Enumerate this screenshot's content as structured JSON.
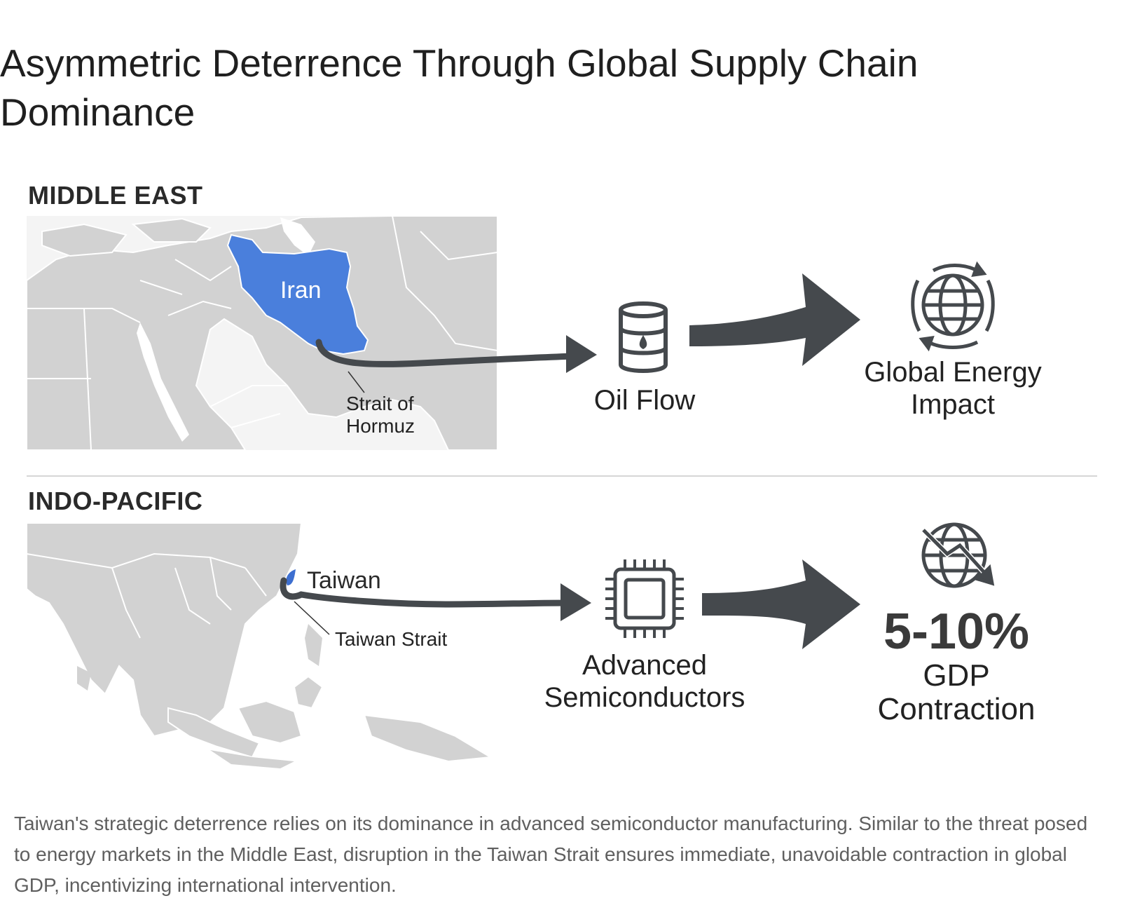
{
  "title": "Asymmetric Deterrence Through Global Supply Chain Dominance",
  "middle_east": {
    "region": "MIDDLE EAST",
    "country": "Iran",
    "strait": "Strait of Hormuz",
    "resource": "Oil Flow",
    "impact": "Global Energy Impact",
    "highlight_color": "#4a7fdc"
  },
  "indo_pacific": {
    "region": "INDO-PACIFIC",
    "country": "Taiwan",
    "strait": "Taiwan Strait",
    "resource": "Advanced Semiconductors",
    "impact_value": "5-10%",
    "impact_label": "GDP Contraction",
    "highlight_color": "#3d6fd0"
  },
  "caption": "Taiwan's strategic deterrence relies on its dominance in advanced semiconductor manufacturing. Similar to the threat posed to energy markets in the Middle East, disruption in the Taiwan Strait ensures immediate, unavoidable contraction in global GDP, incentivizing international intervention.",
  "icons": [
    "oil-barrel-icon",
    "rotating-globe-icon",
    "microchip-icon",
    "globe-decline-icon"
  ],
  "colors": {
    "arrow": "#45494d",
    "land": "#d2d2d2",
    "border": "#ffffff"
  }
}
